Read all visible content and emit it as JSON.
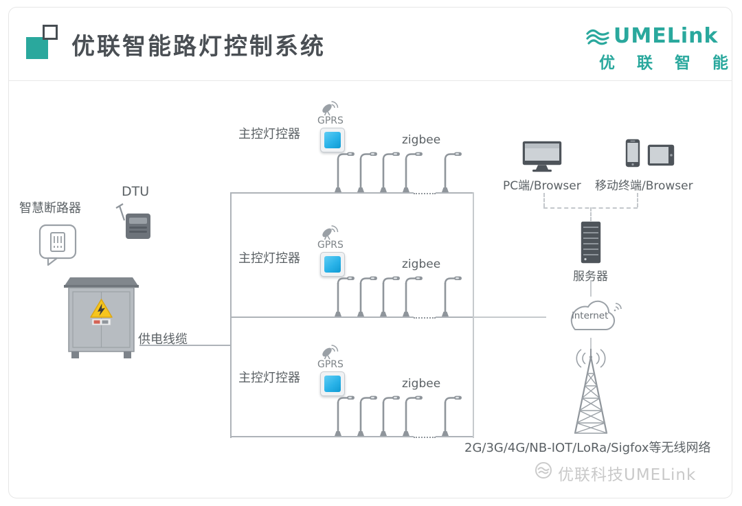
{
  "colors": {
    "accent_teal": "#2aa89d",
    "device_blue": "#29b2e8",
    "warning_yellow": "#f6c51e",
    "line_gray": "#aeb3b8",
    "text_gray": "#5b6165"
  },
  "header": {
    "title": "优联智能路灯控制系统",
    "brand_name": "UMELink",
    "brand_cn": "优 联 智 能"
  },
  "power_side": {
    "breaker_label": "智慧断路器",
    "dtu_label": "DTU",
    "cable_label": "供电线缆"
  },
  "rows": [
    {
      "gprs_label": "GPRS",
      "controller_label": "主控灯控器",
      "mesh_label": "zigbee"
    },
    {
      "gprs_label": "GPRS",
      "controller_label": "主控灯控器",
      "mesh_label": "zigbee"
    },
    {
      "gprs_label": "GPRS",
      "controller_label": "主控灯控器",
      "mesh_label": "zigbee"
    }
  ],
  "platform_side": {
    "pc_label": "PC端/Browser",
    "mobile_label": "移动终端/Browser",
    "server_label": "服务器",
    "internet_label": "internet",
    "wireless_label": "2G/3G/4G/NB-IOT/LoRa/Sigfox等无线网络"
  },
  "watermark": {
    "text": "优联科技UMELink"
  },
  "icons": {
    "logo": "overlapping-squares",
    "brand": "wave-lines",
    "breaker": "circuit-breaker-in-speech-bubble",
    "dtu": "antenna-modem-box",
    "cabinet": "power-cabinet-with-warning-triangle",
    "gprs": "satellite-dish-with-signal",
    "controller": "blue-screen-module",
    "lamp": "street-light-pole",
    "pc": "desktop-monitor",
    "mobile": "smartphone-and-tablet",
    "server": "rack-server",
    "internet": "cloud-with-signal",
    "wireless": "lattice-radio-tower",
    "watermark": "wave-circle-badge"
  }
}
